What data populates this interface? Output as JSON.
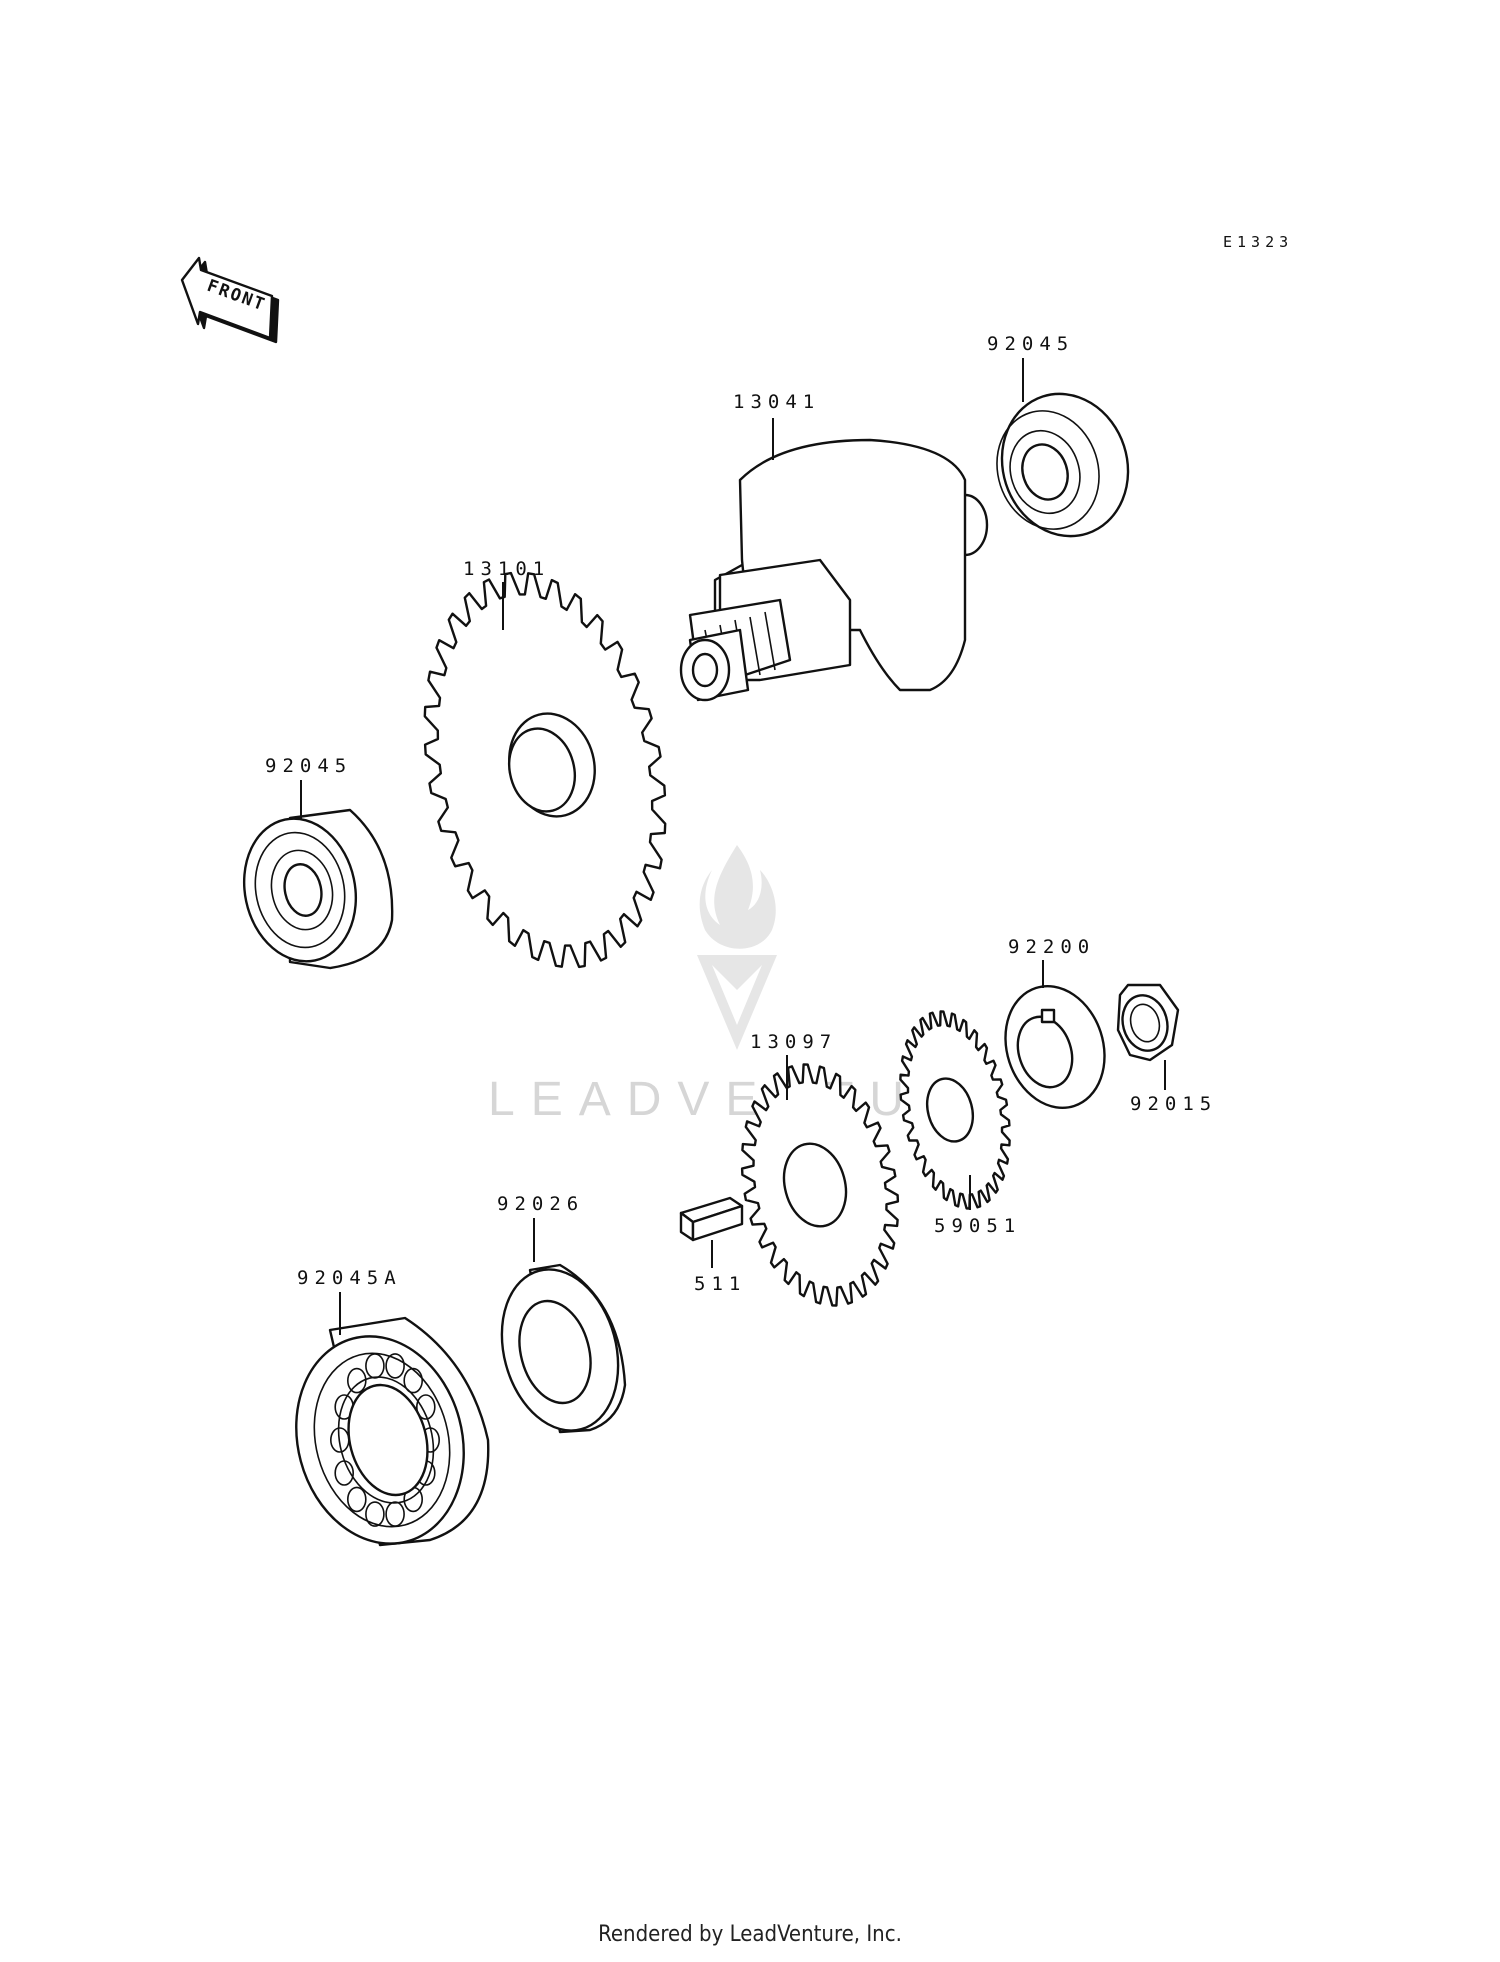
{
  "diagram_code": "E1323",
  "front_label": "FRONT",
  "watermark": "LEADVENTURE",
  "footer": "Rendered by LeadVenture, Inc.",
  "callouts": {
    "p13041": "13041",
    "p92045_top": "92045",
    "p13101": "13101",
    "p92045_left": "92045",
    "p92200": "92200",
    "p92015": "92015",
    "p13097": "13097",
    "p59051": "59051",
    "p92026": "92026",
    "p511": "511",
    "p92045A": "92045A"
  }
}
